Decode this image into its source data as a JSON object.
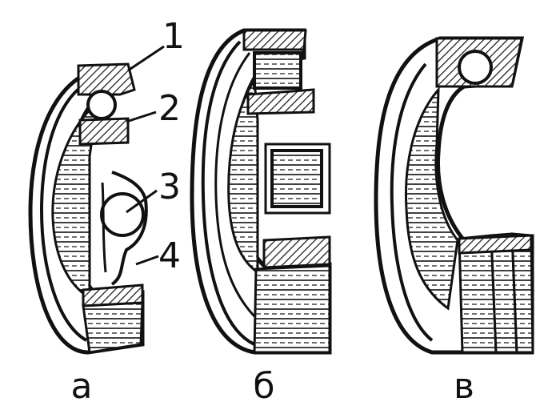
{
  "figure": {
    "bearings": [
      {
        "id": "a",
        "caption": "а",
        "callouts": [
          "1",
          "2",
          "3",
          "4"
        ]
      },
      {
        "id": "b",
        "caption": "б"
      },
      {
        "id": "c",
        "caption": "в"
      }
    ],
    "colors": {
      "ink": "#111111",
      "paper": "#ffffff"
    }
  }
}
